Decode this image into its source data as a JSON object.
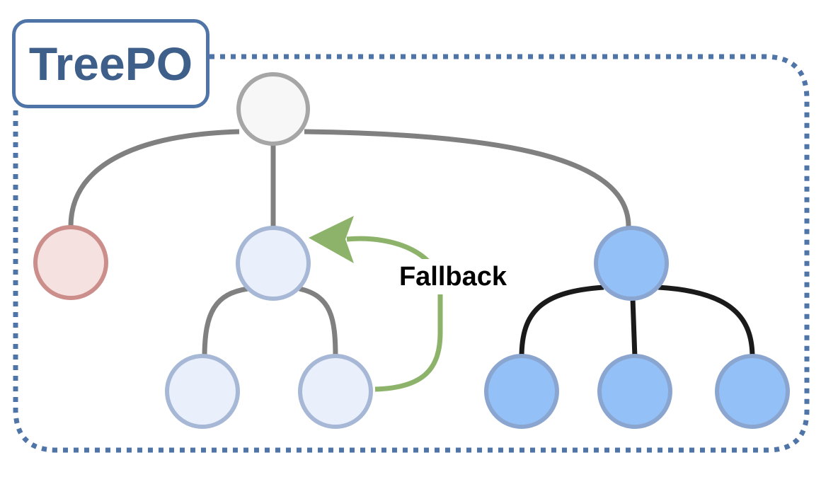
{
  "title": "TreePO",
  "fallback_label": "Fallback",
  "colors": {
    "frame": "#4f74a8",
    "title_text": "#3e5f8a",
    "root_fill": "#f7f7f7",
    "root_stroke": "#a6a6a6",
    "failed_fill": "#f5e1e0",
    "failed_stroke": "#cc8e8a",
    "light_fill": "#e9effb",
    "light_stroke": "#a7b8d6",
    "blue_fill": "#93c1f7",
    "blue_stroke": "#8aa5cf",
    "gray_edge": "#808080",
    "black_edge": "#1a1a1a",
    "fallback_arrow": "#8db36a"
  },
  "nodes": [
    {
      "id": "root",
      "kind": "root"
    },
    {
      "id": "left-failed",
      "kind": "failed"
    },
    {
      "id": "middle",
      "kind": "light"
    },
    {
      "id": "right",
      "kind": "blue"
    },
    {
      "id": "middle-child-1",
      "kind": "light"
    },
    {
      "id": "middle-child-2",
      "kind": "light"
    },
    {
      "id": "right-child-1",
      "kind": "blue"
    },
    {
      "id": "right-child-2",
      "kind": "blue"
    },
    {
      "id": "right-child-3",
      "kind": "blue"
    }
  ],
  "edges": [
    {
      "from": "root",
      "to": "left-failed",
      "style": "gray"
    },
    {
      "from": "root",
      "to": "middle",
      "style": "gray"
    },
    {
      "from": "root",
      "to": "right",
      "style": "gray"
    },
    {
      "from": "middle",
      "to": "middle-child-1",
      "style": "gray"
    },
    {
      "from": "middle",
      "to": "middle-child-2",
      "style": "gray"
    },
    {
      "from": "right",
      "to": "right-child-1",
      "style": "black"
    },
    {
      "from": "right",
      "to": "right-child-2",
      "style": "black"
    },
    {
      "from": "right",
      "to": "right-child-3",
      "style": "black"
    },
    {
      "from": "middle-child-2",
      "to": "middle",
      "style": "fallback"
    }
  ]
}
